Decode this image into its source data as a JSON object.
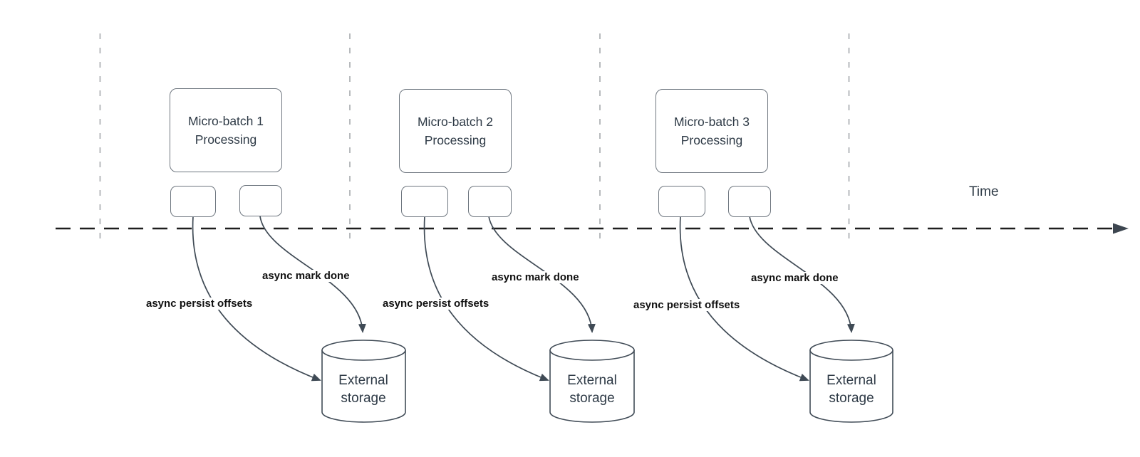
{
  "diagram": {
    "time_axis_label": "Time",
    "groups": [
      {
        "title": [
          "Micro-batch 1",
          "Processing"
        ],
        "persist_label": "async persist offsets",
        "done_label": "async mark done",
        "storage": [
          "External",
          "storage"
        ]
      },
      {
        "title": [
          "Micro-batch 2",
          "Processing"
        ],
        "persist_label": "async persist offsets",
        "done_label": "async mark done",
        "storage": [
          "External",
          "storage"
        ]
      },
      {
        "title": [
          "Micro-batch 3",
          "Processing"
        ],
        "persist_label": "async persist offsets",
        "done_label": "async mark done",
        "storage": [
          "External",
          "storage"
        ]
      }
    ],
    "colors": {
      "shape_stroke": "#6e767f",
      "connector_stroke": "#3f4a55",
      "timeline_stroke": "#1e1e1e",
      "gridline_stroke": "#b7babd",
      "title_text": "#2e3a46",
      "label_text": "#101010"
    }
  }
}
